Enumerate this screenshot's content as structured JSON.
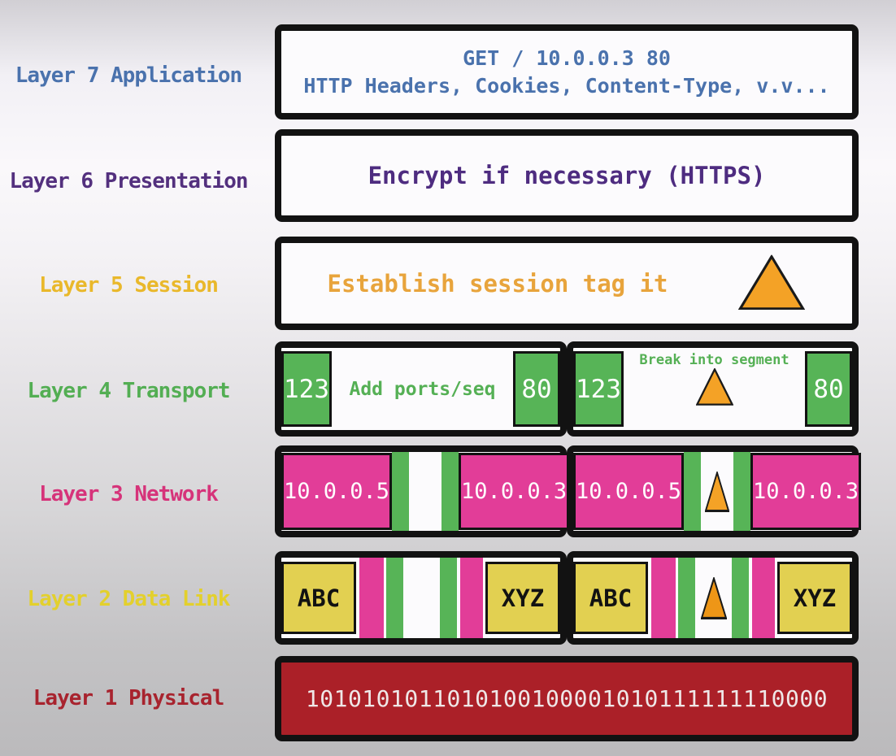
{
  "labels": {
    "layer7": "Layer 7 Application",
    "layer6": "Layer 6 Presentation",
    "layer5": "Layer 5 Session",
    "layer4": "Layer 4 Transport",
    "layer3": "Layer 3 Network",
    "layer2": "Layer 2 Data Link",
    "layer1": "Layer 1 Physical"
  },
  "boxes": {
    "layer7": {
      "line1": "GET / 10.0.0.3 80",
      "line2": "HTTP Headers, Cookies, Content-Type, v.v..."
    },
    "layer6": {
      "text": "Encrypt if necessary (HTTPS)"
    },
    "layer5": {
      "text": "Establish session tag it"
    },
    "layer4": {
      "src_port": "123",
      "dst_port": "80",
      "left_note": "Add ports/seq",
      "right_note": "Break into segment"
    },
    "layer3": {
      "src_ip": "10.0.0.5",
      "dst_ip": "10.0.0.3"
    },
    "layer2": {
      "src_frame": "ABC",
      "dst_frame": "XYZ"
    },
    "layer1": {
      "bits": "1010101011010100100001010111111110000"
    }
  },
  "icons": {
    "triangle": "orange-payload-triangle"
  },
  "colors": {
    "label_layer7": "#4a72ad",
    "label_layer6": "#53307e",
    "label_layer5": "#e9b82b",
    "label_layer4": "#53ae53",
    "label_layer3": "#d6337a",
    "label_layer2": "#e3d02c",
    "label_layer1": "#a8232e",
    "layer7_text": "#4a72ad",
    "layer6_text": "#4e2c80",
    "layer5_text": "#e8a43c",
    "layer4_note_text": "#55b055",
    "green_header": "#57b457",
    "pink_header": "#e23d98",
    "yellow_frame": "#e2d051",
    "physical_red": "#ab2028",
    "triangle_orange": "#f4a226",
    "border_black": "#121212"
  }
}
